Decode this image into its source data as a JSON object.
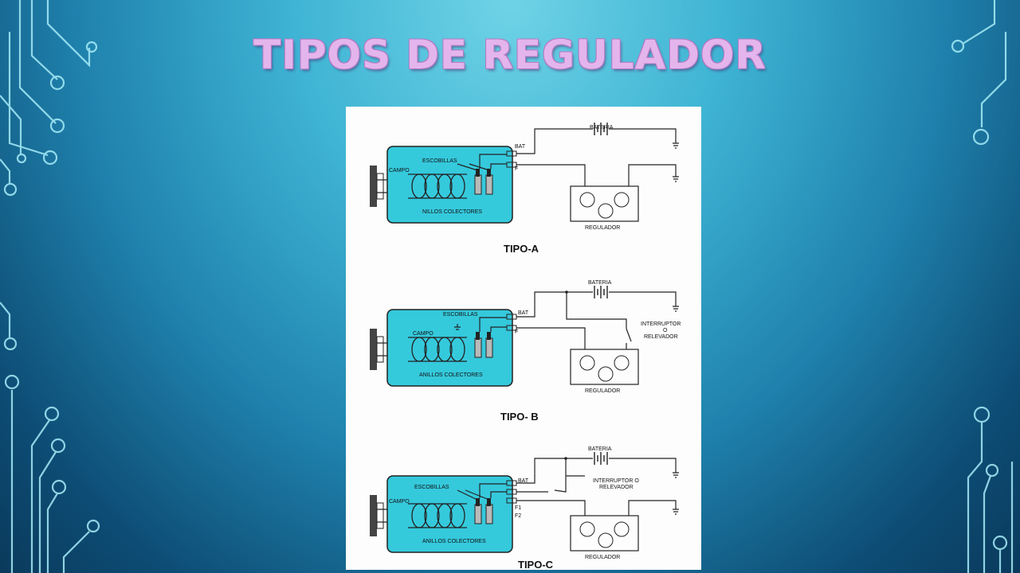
{
  "slide": {
    "title": "TIPOS DE REGULADOR"
  },
  "diagrams": [
    {
      "caption": "TIPO-A",
      "labels": {
        "bateria": "BATERIA",
        "bat": "BAT",
        "f": "F",
        "escobillas": "ESCOBILLAS",
        "campo": "CAMPO",
        "anillos": "NILLOS COLECTORES",
        "regulador": "REGULADOR"
      }
    },
    {
      "caption": "TIPO- B",
      "labels": {
        "bateria": "BATERIA",
        "bat": "BAT",
        "f": "F",
        "escobillas": "ESCOBILLAS",
        "campo": "CAMPO",
        "anillos": "ANILLOS COLECTORES",
        "regulador": "REGULADOR",
        "interruptor_1": "INTERRUPTOR",
        "interruptor_2": "O",
        "interruptor_3": "RELEVADOR"
      }
    },
    {
      "caption": "TIPO-C",
      "labels": {
        "bateria": "BATERIA",
        "bat": "BAT",
        "f1": "F1",
        "f2": "F2",
        "escobillas": "ESCOBILLAS",
        "campo": "CAMPO",
        "anillos": "ANILLOS COLECTORES",
        "regulador": "REGULADOR",
        "interruptor_1": "INTERRUPTOR O",
        "interruptor_2": "RELEVADOR"
      }
    }
  ],
  "colors": {
    "alternator_fill": "#35c9dc",
    "title": "#e4b5ec",
    "circuit_trace": "#9ee6f6"
  }
}
